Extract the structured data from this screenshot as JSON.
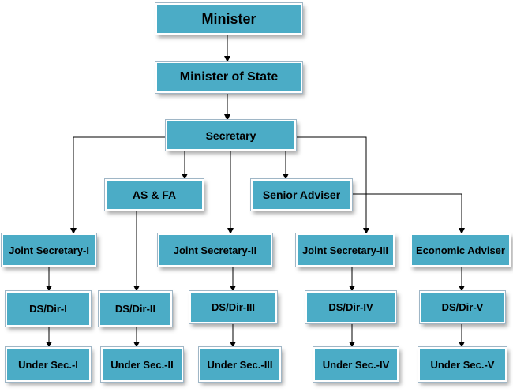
{
  "diagram": {
    "nodes": {
      "minister": "Minister",
      "minister_of_state": "Minister of State",
      "secretary": "Secretary",
      "as_fa": "AS & FA",
      "senior_adviser": "Senior Adviser",
      "joint_secretary_1": "Joint Secretary-I",
      "joint_secretary_2": "Joint Secretary-II",
      "joint_secretary_3": "Joint Secretary-III",
      "economic_adviser": "Economic Adviser",
      "ds_dir_1": "DS/Dir-I",
      "ds_dir_2": "DS/Dir-II",
      "ds_dir_3": "DS/Dir-III",
      "ds_dir_4": "DS/Dir-IV",
      "ds_dir_5": "DS/Dir-V",
      "under_sec_1": "Under Sec.-I",
      "under_sec_2": "Under Sec.-II",
      "under_sec_3": "Under Sec.-III",
      "under_sec_4": "Under Sec.-IV",
      "under_sec_5": "Under Sec.-V"
    },
    "edges": [
      [
        "minister",
        "minister_of_state"
      ],
      [
        "minister_of_state",
        "secretary"
      ],
      [
        "secretary",
        "joint_secretary_1"
      ],
      [
        "secretary",
        "as_fa"
      ],
      [
        "secretary",
        "joint_secretary_2"
      ],
      [
        "secretary",
        "senior_adviser"
      ],
      [
        "secretary",
        "joint_secretary_3"
      ],
      [
        "senior_adviser",
        "economic_adviser"
      ],
      [
        "as_fa",
        "ds_dir_2"
      ],
      [
        "joint_secretary_1",
        "ds_dir_1"
      ],
      [
        "joint_secretary_2",
        "ds_dir_3"
      ],
      [
        "joint_secretary_3",
        "ds_dir_4"
      ],
      [
        "economic_adviser",
        "ds_dir_5"
      ],
      [
        "ds_dir_1",
        "under_sec_1"
      ],
      [
        "ds_dir_2",
        "under_sec_2"
      ],
      [
        "ds_dir_3",
        "under_sec_3"
      ],
      [
        "ds_dir_4",
        "under_sec_4"
      ],
      [
        "ds_dir_5",
        "under_sec_5"
      ]
    ],
    "colors": {
      "node_fill": "#4bacc6",
      "node_border": "#ffffff",
      "connector": "#000000"
    }
  }
}
